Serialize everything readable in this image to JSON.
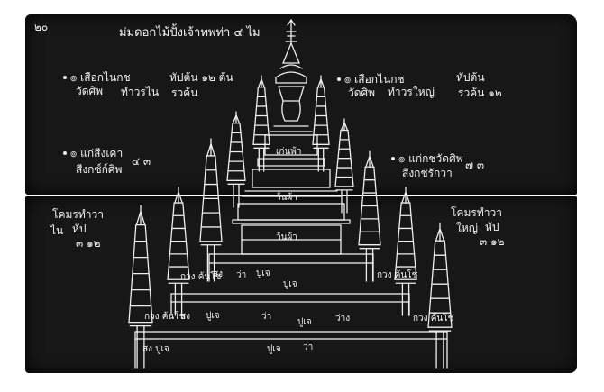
{
  "manuscript": {
    "page_number": "๒๐",
    "title": "ม่มดอกไม้ปั้งเจ้าทพท่า ๔ ไม",
    "notes": {
      "upper_left": [
        "๏ เสือกไนกช",
        "วัดศิพ",
        "ทำวรไน",
        "หัปต้น ๑๒ ต้น",
        "รวค้น"
      ],
      "upper_right": [
        "๏ เสือกไนกช",
        "วัดศิพ",
        "ทำวรใหญ่",
        "หัปต้น",
        "รวค้น ๑๒"
      ],
      "mid_left": [
        "๏ แก่สีงเคา",
        "สีงกซ์ก์ศิพ",
        "๔ ๓"
      ],
      "mid_right": [
        "๏ แก่กชวัดศิพ",
        "สีงกชรักวา",
        "๗ ๓"
      ],
      "lower_left": [
        "โคมรทำวา",
        "ไน",
        "หัป",
        "๓ ๑๒"
      ],
      "lower_right": [
        "โคมรทำวา",
        "ใหญ่",
        "หัป",
        "๓ ๑๒"
      ]
    },
    "tower_labels": [
      "เก่นพ้า",
      "ว้นผ้า",
      "ว้นผ้า"
    ],
    "step_labels": {
      "row1": [
        "สง",
        "ปูเจ",
        "ว่า",
        "ปูเจ"
      ],
      "row1_corners": [
        "กวง ค้นโช",
        "กวง ค้นโช"
      ],
      "row2": [
        "สง",
        "ปูเจ",
        "ว่า",
        "ปูเจ",
        "ว่าง"
      ],
      "row2_corners": [
        "กวง ค้นโช",
        "กวง ค้นโช"
      ],
      "row3": [
        "สง ปูเจ",
        "ปูเจ",
        "ว่า"
      ]
    }
  }
}
